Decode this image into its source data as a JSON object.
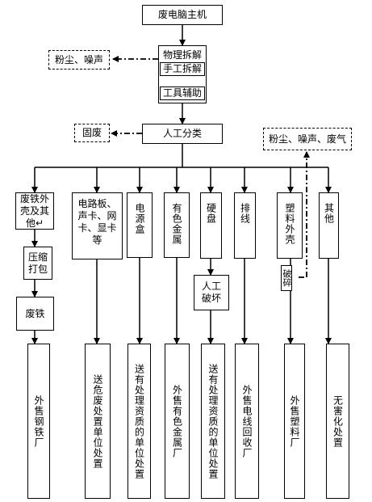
{
  "main_flow": {
    "start": "废电脑主机",
    "disassembly_title": "物理拆解",
    "manual_dismantle": "手工拆解",
    "tool_assist": "工具辅助",
    "sorting": "人工分类"
  },
  "pollutants": {
    "dust_noise": "粉尘、噪声",
    "solid_waste": "固废",
    "dust_noise_gas": "粉尘、噪声、废气"
  },
  "categories": {
    "iron_casing": "废铁外壳及其他↵",
    "circuit_boards": "电路板、声卡、网卡、显卡等",
    "power_supply": "电源盒",
    "nonferrous_metal": "有色金属",
    "hard_disk": "硬盘",
    "cables": "排线",
    "plastic_casing": "塑料外壳",
    "others": "其他"
  },
  "processes": {
    "compress_pack": "压缩打包",
    "scrap_iron": "废铁",
    "manual_destroy": "人工破坏",
    "crush": "破碎"
  },
  "destinations": {
    "sell_steel_plant": "外售钢铁厂",
    "hazardous_waste_unit": "送危废处置单位处置",
    "qualified_unit_power": "送有处理资质的单位处置",
    "sell_nonferrous_plant": "外售有色金属厂",
    "qualified_unit_disk": "送有处理资质的单位处置",
    "sell_cable_recycling": "外售电线回收厂",
    "sell_plastic_plant": "外售塑料厂",
    "harmless_treatment": "无害化处置"
  }
}
